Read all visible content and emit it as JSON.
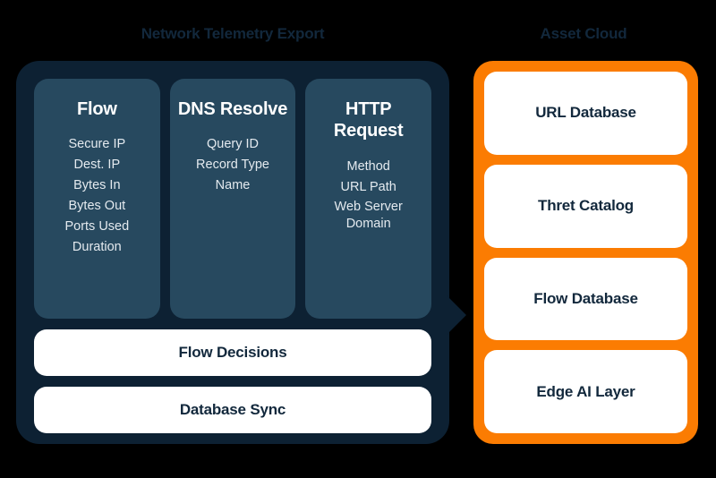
{
  "background_color": "#000000",
  "colors": {
    "panel_dark": "#0d2133",
    "card_slate": "#27495f",
    "accent_orange": "#fb7c02",
    "text_navy": "#12283c",
    "text_white": "#ffffff"
  },
  "left_section": {
    "title": "Network Telemetry Export",
    "columns": [
      {
        "title": "Flow",
        "fields": [
          "Secure IP",
          "Dest. IP",
          "Bytes In",
          "Bytes Out",
          "Ports Used",
          "Duration"
        ]
      },
      {
        "title": "DNS\nResolve",
        "fields": [
          "Query ID",
          "Record Type",
          "Name"
        ]
      },
      {
        "title": "HTTP\nRequest",
        "fields": [
          "Method",
          "URL Path",
          "Web Server\nDomain"
        ]
      }
    ],
    "bars": [
      "Flow Decisions",
      "Database Sync"
    ]
  },
  "right_section": {
    "title": "Asset Cloud",
    "cards": [
      "URL Database",
      "Thret Catalog",
      "Flow Database",
      "Edge AI Layer"
    ]
  }
}
